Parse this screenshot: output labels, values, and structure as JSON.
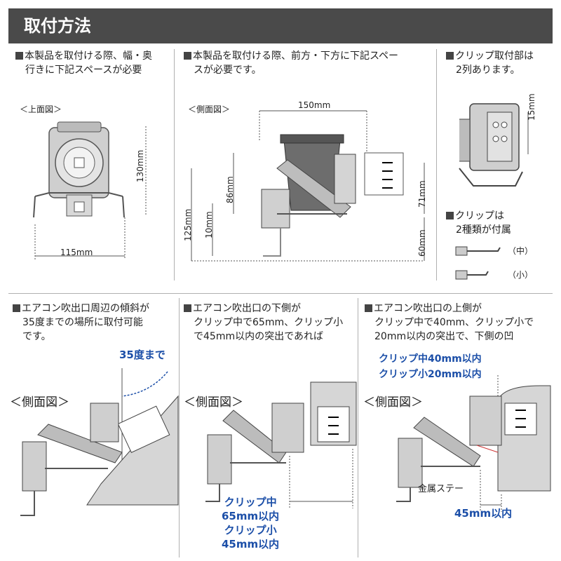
{
  "header": {
    "title": "取付方法"
  },
  "top": {
    "p1": {
      "line1": "本製品を取付ける際、幅・奥",
      "line2": "行きに下記スペースが必要",
      "view_label": "＜上面図＞",
      "dim_height": "130mm",
      "dim_width": "115mm"
    },
    "p2": {
      "line1": "本製品を取付ける際、前方・下方に下記スペー",
      "line2": "スが必要です。",
      "view_label": "＜側面図＞",
      "dim_150": "150mm",
      "dim_86": "86mm",
      "dim_71": "71mm",
      "dim_125": "125mm",
      "dim_10": "10mm",
      "dim_60": "60mm"
    },
    "p3": {
      "line1": "クリップ取付部は",
      "line2": "2列あります。",
      "dim_15": "15mm",
      "clip_line1": "クリップは",
      "clip_line2": "2種類が付属",
      "clip_mid": "（中）",
      "clip_small": "（小）"
    }
  },
  "bottom": {
    "b1": {
      "line1": "エアコン吹出口周辺の傾斜が",
      "line2": "35度までの場所に取付可能",
      "line3": "です。",
      "angle": "35度まで",
      "view_label": "＜側面図＞"
    },
    "b2": {
      "line1": "エアコン吹出口の下側が",
      "line2": "クリップ中で65mm、クリップ小",
      "line3": "で45mm以内の突出であれば",
      "view_label": "＜側面図＞",
      "note1": "クリップ中",
      "note2": "65mm以内",
      "note3": "クリップ小",
      "note4": "45mm以内"
    },
    "b3": {
      "line1": "エアコン吹出口の上側が",
      "line2": "クリップ中で40mm、クリップ小で",
      "line3": "20mm以内の突出で、下側の凹",
      "view_label": "＜側面図＞",
      "note1": "クリップ中40mm以内",
      "note2": "クリップ小20mm以内",
      "stay": "金属ステー",
      "dim": "45mm以内"
    }
  }
}
